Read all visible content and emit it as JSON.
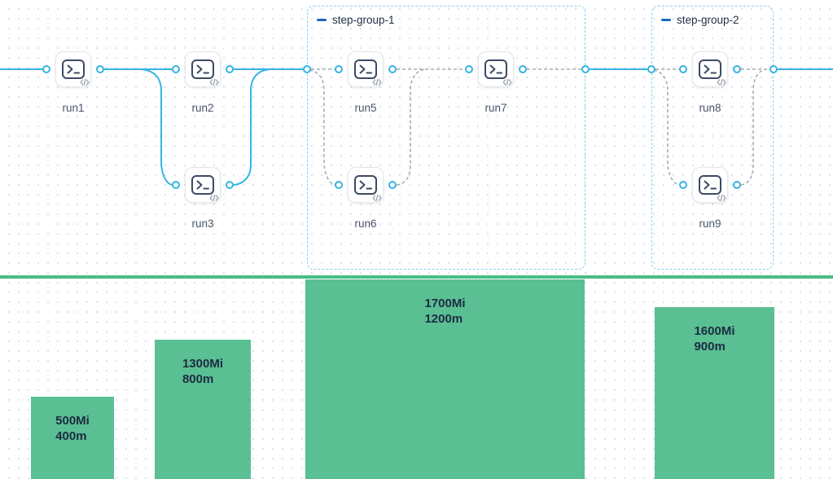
{
  "pipeline": {
    "nodes": [
      {
        "label": "run1"
      },
      {
        "label": "run2"
      },
      {
        "label": "run3"
      },
      {
        "label": "run5"
      },
      {
        "label": "run6"
      },
      {
        "label": "run7"
      },
      {
        "label": "run8"
      },
      {
        "label": "run9"
      }
    ],
    "groups": [
      {
        "label": "step-group-1"
      },
      {
        "label": "step-group-2"
      }
    ]
  },
  "icons": {
    "node": "terminal-prompt-icon",
    "node_badge": "code-brackets-icon",
    "group_toggle": "minus-icon",
    "port": "connection-port-dot"
  },
  "colors": {
    "flow_line_blue": "#35b4e5",
    "dashed_line_gray": "#a6adb6",
    "group_border_blue": "#8fcdf0",
    "group_toggle_blue": "#1a67c0",
    "node_icon_navy": "#3d4a63",
    "node_label_gray": "#4a5568",
    "group_label_navy": "#233248",
    "bar_green": "#5abf92",
    "baseline_green": "#49bc86",
    "bar_text_navy": "#1d2b43"
  },
  "chart_data": {
    "type": "bar",
    "orientation": "vertical",
    "legend": "none",
    "grid": "dotted background canvas",
    "note": "Resource bars rendered beneath the pipeline stages; each bar labeled with memory (Mi) and cpu (m).",
    "bars": [
      {
        "memory_label": "500Mi",
        "cpu_label": "400m",
        "memory_Mi": 500,
        "cpu_m": 400
      },
      {
        "memory_label": "1300Mi",
        "cpu_label": "800m",
        "memory_Mi": 1300,
        "cpu_m": 800
      },
      {
        "memory_label": "1700Mi",
        "cpu_label": "1200m",
        "memory_Mi": 1700,
        "cpu_m": 1200
      },
      {
        "memory_label": "1600Mi",
        "cpu_label": "900m",
        "memory_Mi": 1600,
        "cpu_m": 900
      }
    ],
    "bar_color": "#5abf92",
    "baseline_color": "#49bc86"
  }
}
